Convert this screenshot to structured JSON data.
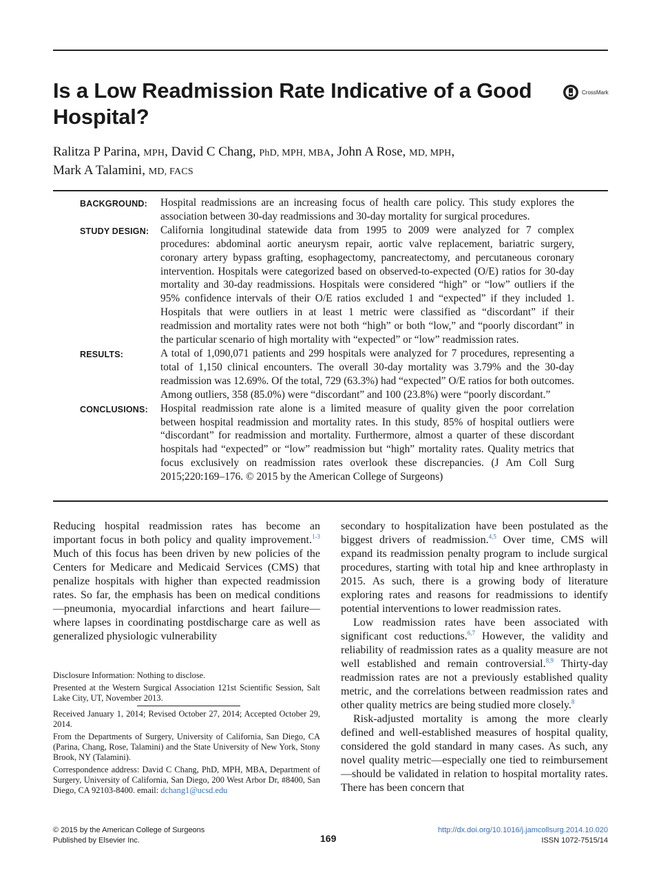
{
  "article": {
    "title": "Is a Low Readmission Rate Indicative of a Good Hospital?",
    "crossmark_label": "CrossMark"
  },
  "authors": [
    {
      "name": "Ralitza P Parina",
      "cred": "MPH",
      "sep": ", "
    },
    {
      "name": "David C Chang",
      "cred": "PhD, MPH, MBA",
      "sep": ", "
    },
    {
      "name": "John A Rose",
      "cred": "MD, MPH",
      "sep": ","
    },
    {
      "name": "Mark A Talamini",
      "cred": "MD, FACS",
      "sep": ""
    }
  ],
  "abstract": [
    {
      "label": "BACKGROUND:",
      "text": "Hospital readmissions are an increasing focus of health care policy. This study explores the association between 30-day readmissions and 30-day mortality for surgical procedures."
    },
    {
      "label": "STUDY DESIGN:",
      "text": "California longitudinal statewide data from 1995 to 2009 were analyzed for 7 complex procedures: abdominal aortic aneurysm repair, aortic valve replacement, bariatric surgery, coronary artery bypass grafting, esophagectomy, pancreatectomy, and percutaneous coronary intervention. Hospitals were categorized based on observed-to-expected (O/E) ratios for 30-day mortality and 30-day readmissions. Hospitals were considered “high” or “low” outliers if the 95% confidence intervals of their O/E ratios excluded 1 and “expected” if they included 1. Hospitals that were outliers in at least 1 metric were classified as “discordant” if their readmission and mortality rates were not both “high” or both “low,” and “poorly discordant” in the particular scenario of high mortality with “expected” or “low” readmission rates."
    },
    {
      "label": "RESULTS:",
      "text": "A total of 1,090,071 patients and 299 hospitals were analyzed for 7 procedures, representing a total of 1,150 clinical encounters. The overall 30-day mortality was 3.79% and the 30-day readmission was 12.69%. Of the total, 729 (63.3%) had “expected” O/E ratios for both outcomes. Among outliers, 358 (85.0%) were “discordant” and 100 (23.8%) were “poorly discordant.”"
    },
    {
      "label": "CONCLUSIONS:",
      "text": "Hospital readmission rate alone is a limited measure of quality given the poor correlation between hospital readmission and mortality rates. In this study, 85% of hospital outliers were “discordant” for readmission and mortality. Furthermore, almost a quarter of these discordant hospitals had “expected” or “low” readmission but “high” mortality rates. Quality metrics that focus exclusively on readmission rates overlook these discrepancies. (J Am Coll Surg 2015;220:169–176. © 2015 by the American College of Surgeons)"
    }
  ],
  "body": {
    "left_p1_a": "Reducing hospital readmission rates has become an important focus in both policy and quality improvement.",
    "left_p1_ref": "1-3",
    "left_p1_b": " Much of this focus has been driven by new policies of the Centers for Medicare and Medicaid Services (CMS) that penalize hospitals with higher than expected readmission rates. So far, the emphasis has been on medical conditions—pneumonia, myocardial infarctions and heart failure—where lapses in coordinating postdischarge care as well as generalized physiologic vulnerability",
    "right_p1_a": "secondary to hospitalization have been postulated as the biggest drivers of readmission.",
    "right_p1_ref": "4,5",
    "right_p1_b": " Over time, CMS will expand its readmission penalty program to include surgical procedures, starting with total hip and knee arthroplasty in 2015. As such, there is a growing body of literature exploring rates and reasons for readmissions to identify potential interventions to lower readmission rates.",
    "right_p2_a": "Low readmission rates have been associated with significant cost reductions.",
    "right_p2_ref1": "6,7",
    "right_p2_b": " However, the validity and reliability of readmission rates as a quality measure are not well established and remain controversial.",
    "right_p2_ref2": "8,9",
    "right_p2_c": " Thirty-day readmission rates are not a previously established quality metric, and the correlations between readmission rates and other quality metrics are being studied more closely.",
    "right_p2_ref3": "8",
    "right_p3": "Risk-adjusted mortality is among the more clearly defined and well-established measures of hospital quality, considered the gold standard in many cases. As such, any novel quality metric—especially one tied to reimbursement—should be validated in relation to hospital mortality rates. There has been concern that"
  },
  "footnotes": {
    "disclosure": "Disclosure Information: Nothing to disclose.",
    "presented": "Presented at the Western Surgical Association 121st Scientific Session, Salt Lake City, UT, November 2013.",
    "received": "Received January 1, 2014; Revised October 27, 2014; Accepted October 29, 2014.",
    "from": "From the Departments of Surgery, University of California, San Diego, CA (Parina, Chang, Rose, Talamini) and the State University of New York, Stony Brook, NY (Talamini).",
    "correspondence": "Correspondence address: David C Chang, PhD, MPH, MBA, Department of Surgery, University of California, San Diego, 200 West Arbor Dr, #8400, San Diego, CA 92103-8400. email: ",
    "email": "dchang1@ucsd.edu"
  },
  "footer": {
    "copyright": "© 2015 by the American College of Surgeons",
    "publisher": "Published by Elsevier Inc.",
    "page_number": "169",
    "doi": "http://dx.doi.org/10.1016/j.jamcollsurg.2014.10.020",
    "issn": "ISSN 1072-7515/14"
  }
}
